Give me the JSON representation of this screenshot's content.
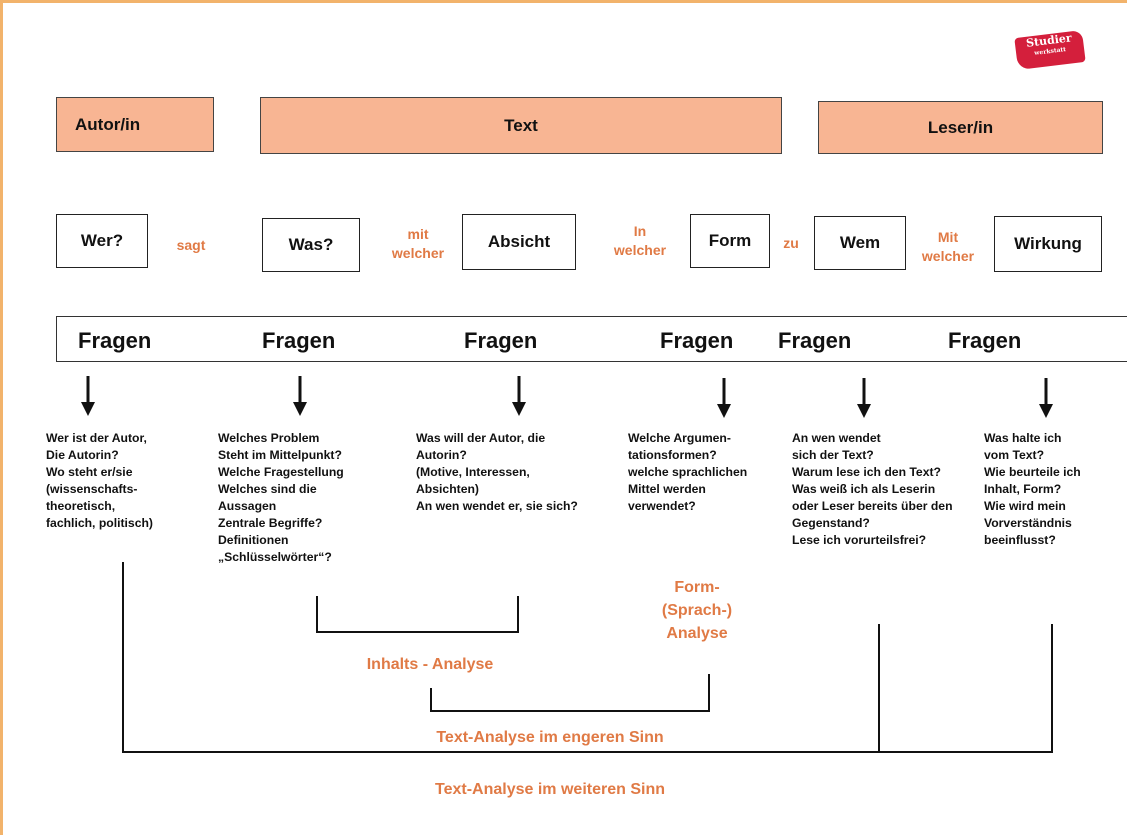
{
  "logo": {
    "line1": "Studier",
    "line2": "werkstatt"
  },
  "headers": {
    "author": "Autor/in",
    "text": "Text",
    "reader": "Leser/in"
  },
  "row": {
    "wer": "Wer?",
    "sagt": "sagt",
    "was": "Was?",
    "mit1": "mit",
    "welcher1": "welcher",
    "absicht": "Absicht",
    "in": "In",
    "welcher2": "welcher",
    "form": "Form",
    "zu": "zu",
    "wem": "Wem",
    "mit2": "Mit",
    "welcher3": "welcher",
    "wirkung": "Wirkung"
  },
  "fragen": [
    "Fragen",
    "Fragen",
    "Fragen",
    "Fragen",
    "Fragen",
    "Fragen"
  ],
  "questions": [
    [
      "Wer ist der Autor,",
      "Die Autorin?",
      "Wo steht er/sie",
      "(wissenschafts-",
      "theoretisch,",
      "fachlich, politisch)"
    ],
    [
      "Welches Problem",
      "Steht im Mittelpunkt?",
      "Welche Fragestellung",
      "Welches sind die",
      "Aussagen",
      "Zentrale Begriffe?",
      "Definitionen",
      "„Schlüsselwörter“?"
    ],
    [
      "Was will der Autor, die",
      "Autorin?",
      "(Motive, Interessen,",
      "Absichten)",
      "An wen wendet er, sie sich?"
    ],
    [
      "Welche Argumen-",
      "tationsformen?",
      "welche sprachlichen",
      "Mittel werden",
      "verwendet?"
    ],
    [
      "An wen wendet",
      "sich der Text?",
      "Warum lese ich den Text?",
      "Was weiß ich als Leserin",
      "oder Leser bereits über den",
      "Gegenstand?",
      "Lese ich vorurteilsfrei?"
    ],
    [
      "Was halte ich",
      "vom Text?",
      "Wie beurteile ich",
      "Inhalt, Form?",
      "Wie wird mein",
      "Vorverständnis",
      "beeinflusst?"
    ]
  ],
  "analysis": {
    "form1": "Form-",
    "form2": "(Sprach-)",
    "form3": "Analyse",
    "inhalt": "Inhalts - Analyse",
    "enger": "Text-Analyse im engeren Sinn",
    "weiter": "Text-Analyse im weiteren Sinn"
  },
  "colors": {
    "header_fill": "#f8b593",
    "accent": "#e07a45",
    "frame": "#f2b36b",
    "logo": "#d41f3c"
  }
}
